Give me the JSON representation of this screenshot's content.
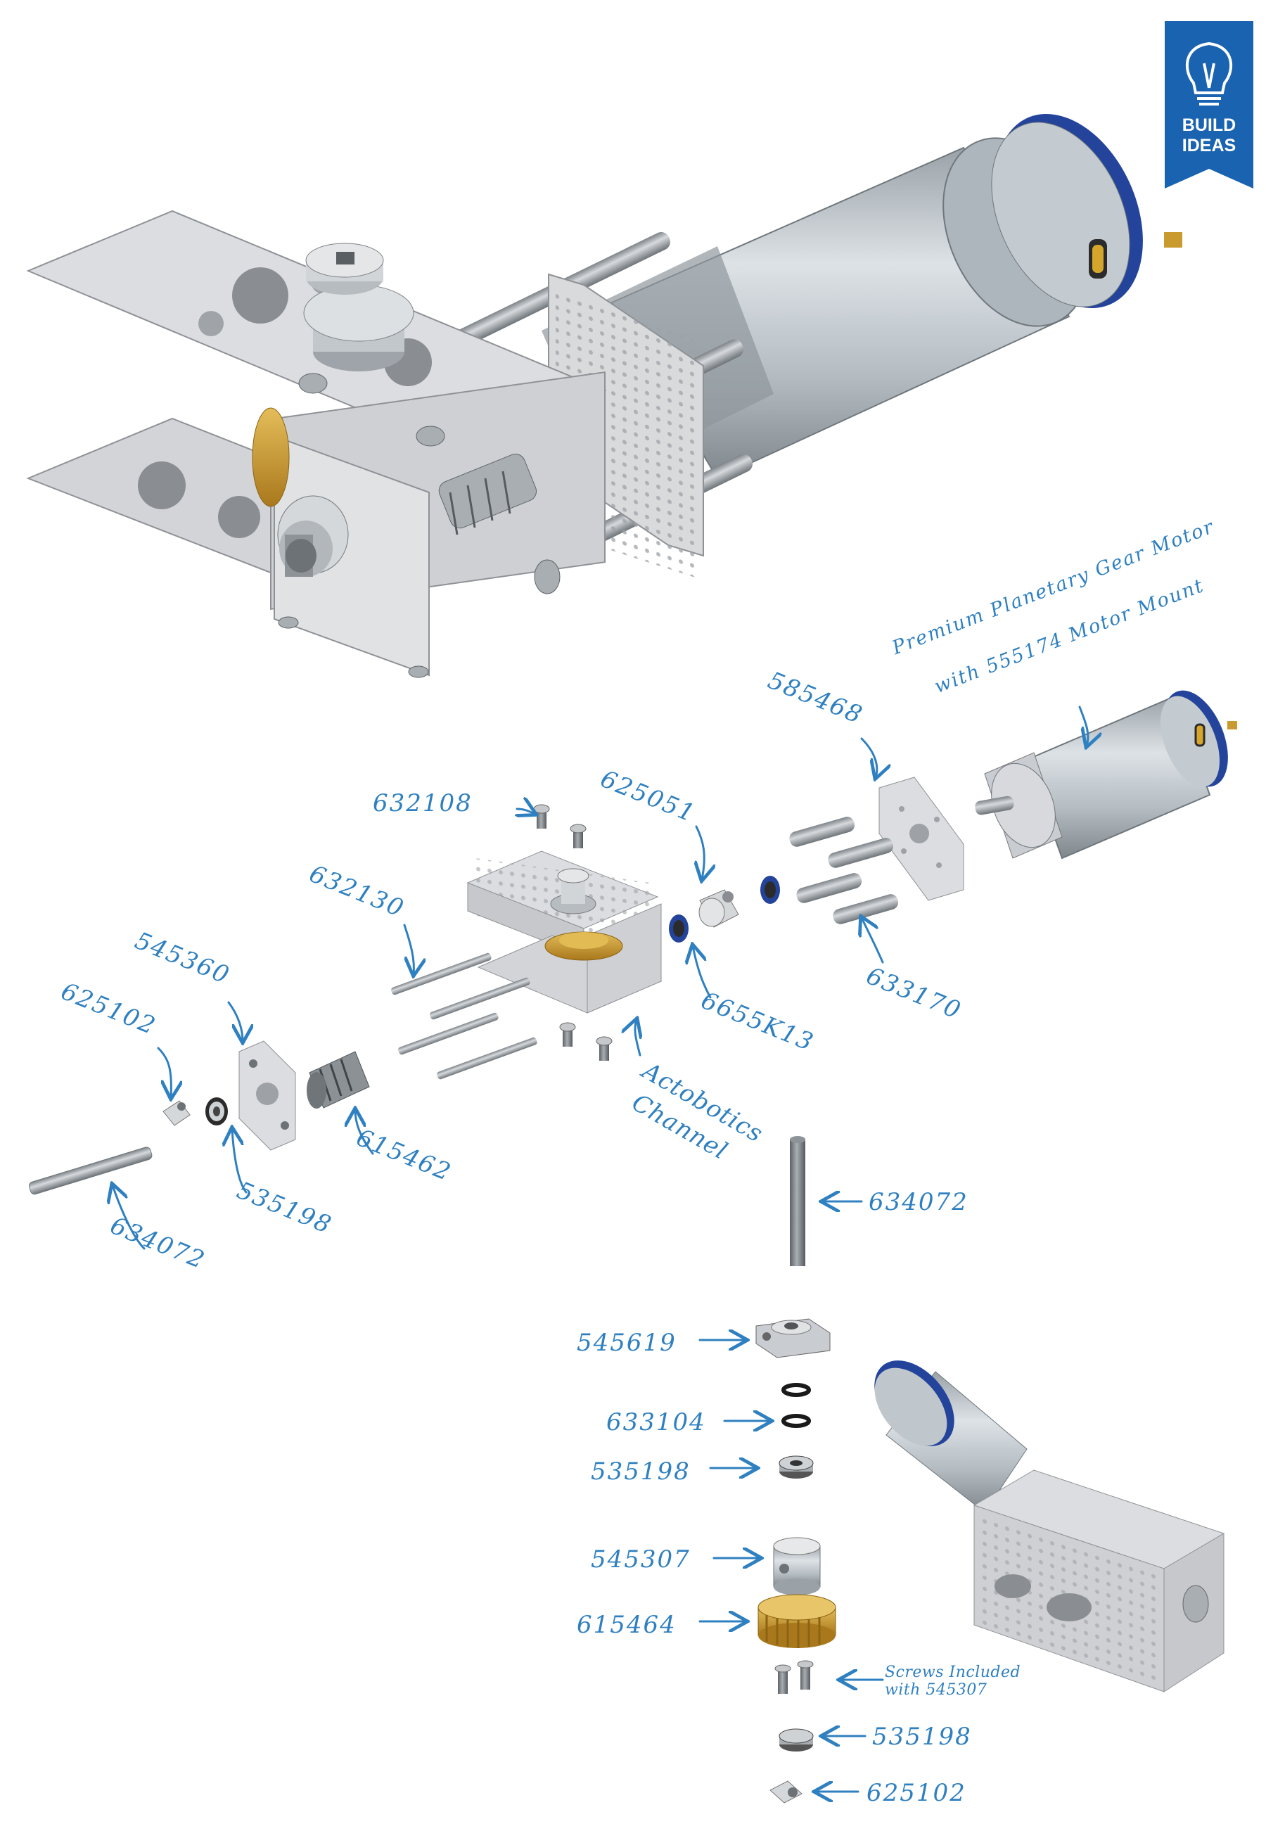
{
  "badge": {
    "line1": "BUILD",
    "line2": "IDEAS",
    "color": "#1a63b0",
    "icon": "lightbulb-icon"
  },
  "colors": {
    "label": "#2f80c0",
    "aluminum": "#d9dadc",
    "motor_body": "#aeb6bd",
    "motor_cap": "#23449a",
    "brass": "#c99a2e"
  },
  "labels": {
    "l585468": "585468",
    "l625051": "625051",
    "l632108": "632108",
    "l632130": "632130",
    "l545360": "545360",
    "l625102a": "625102",
    "l6655K13": "6655K13",
    "l633170": "633170",
    "l615462": "615462",
    "l535198a": "535198",
    "l634072a": "634072",
    "l634072b": "634072",
    "l545619": "545619",
    "l633104": "633104",
    "l535198b": "535198",
    "l545307": "545307",
    "l615464": "615464",
    "l535198c": "535198",
    "l625102b": "625102",
    "channel_1": "Actobotics",
    "channel_2": "Channel",
    "motor_1": "Premium Planetary Gear Motor",
    "motor_2": "with 555174 Motor Mount",
    "screws_1": "Screws Included",
    "screws_2": "with 545307"
  }
}
